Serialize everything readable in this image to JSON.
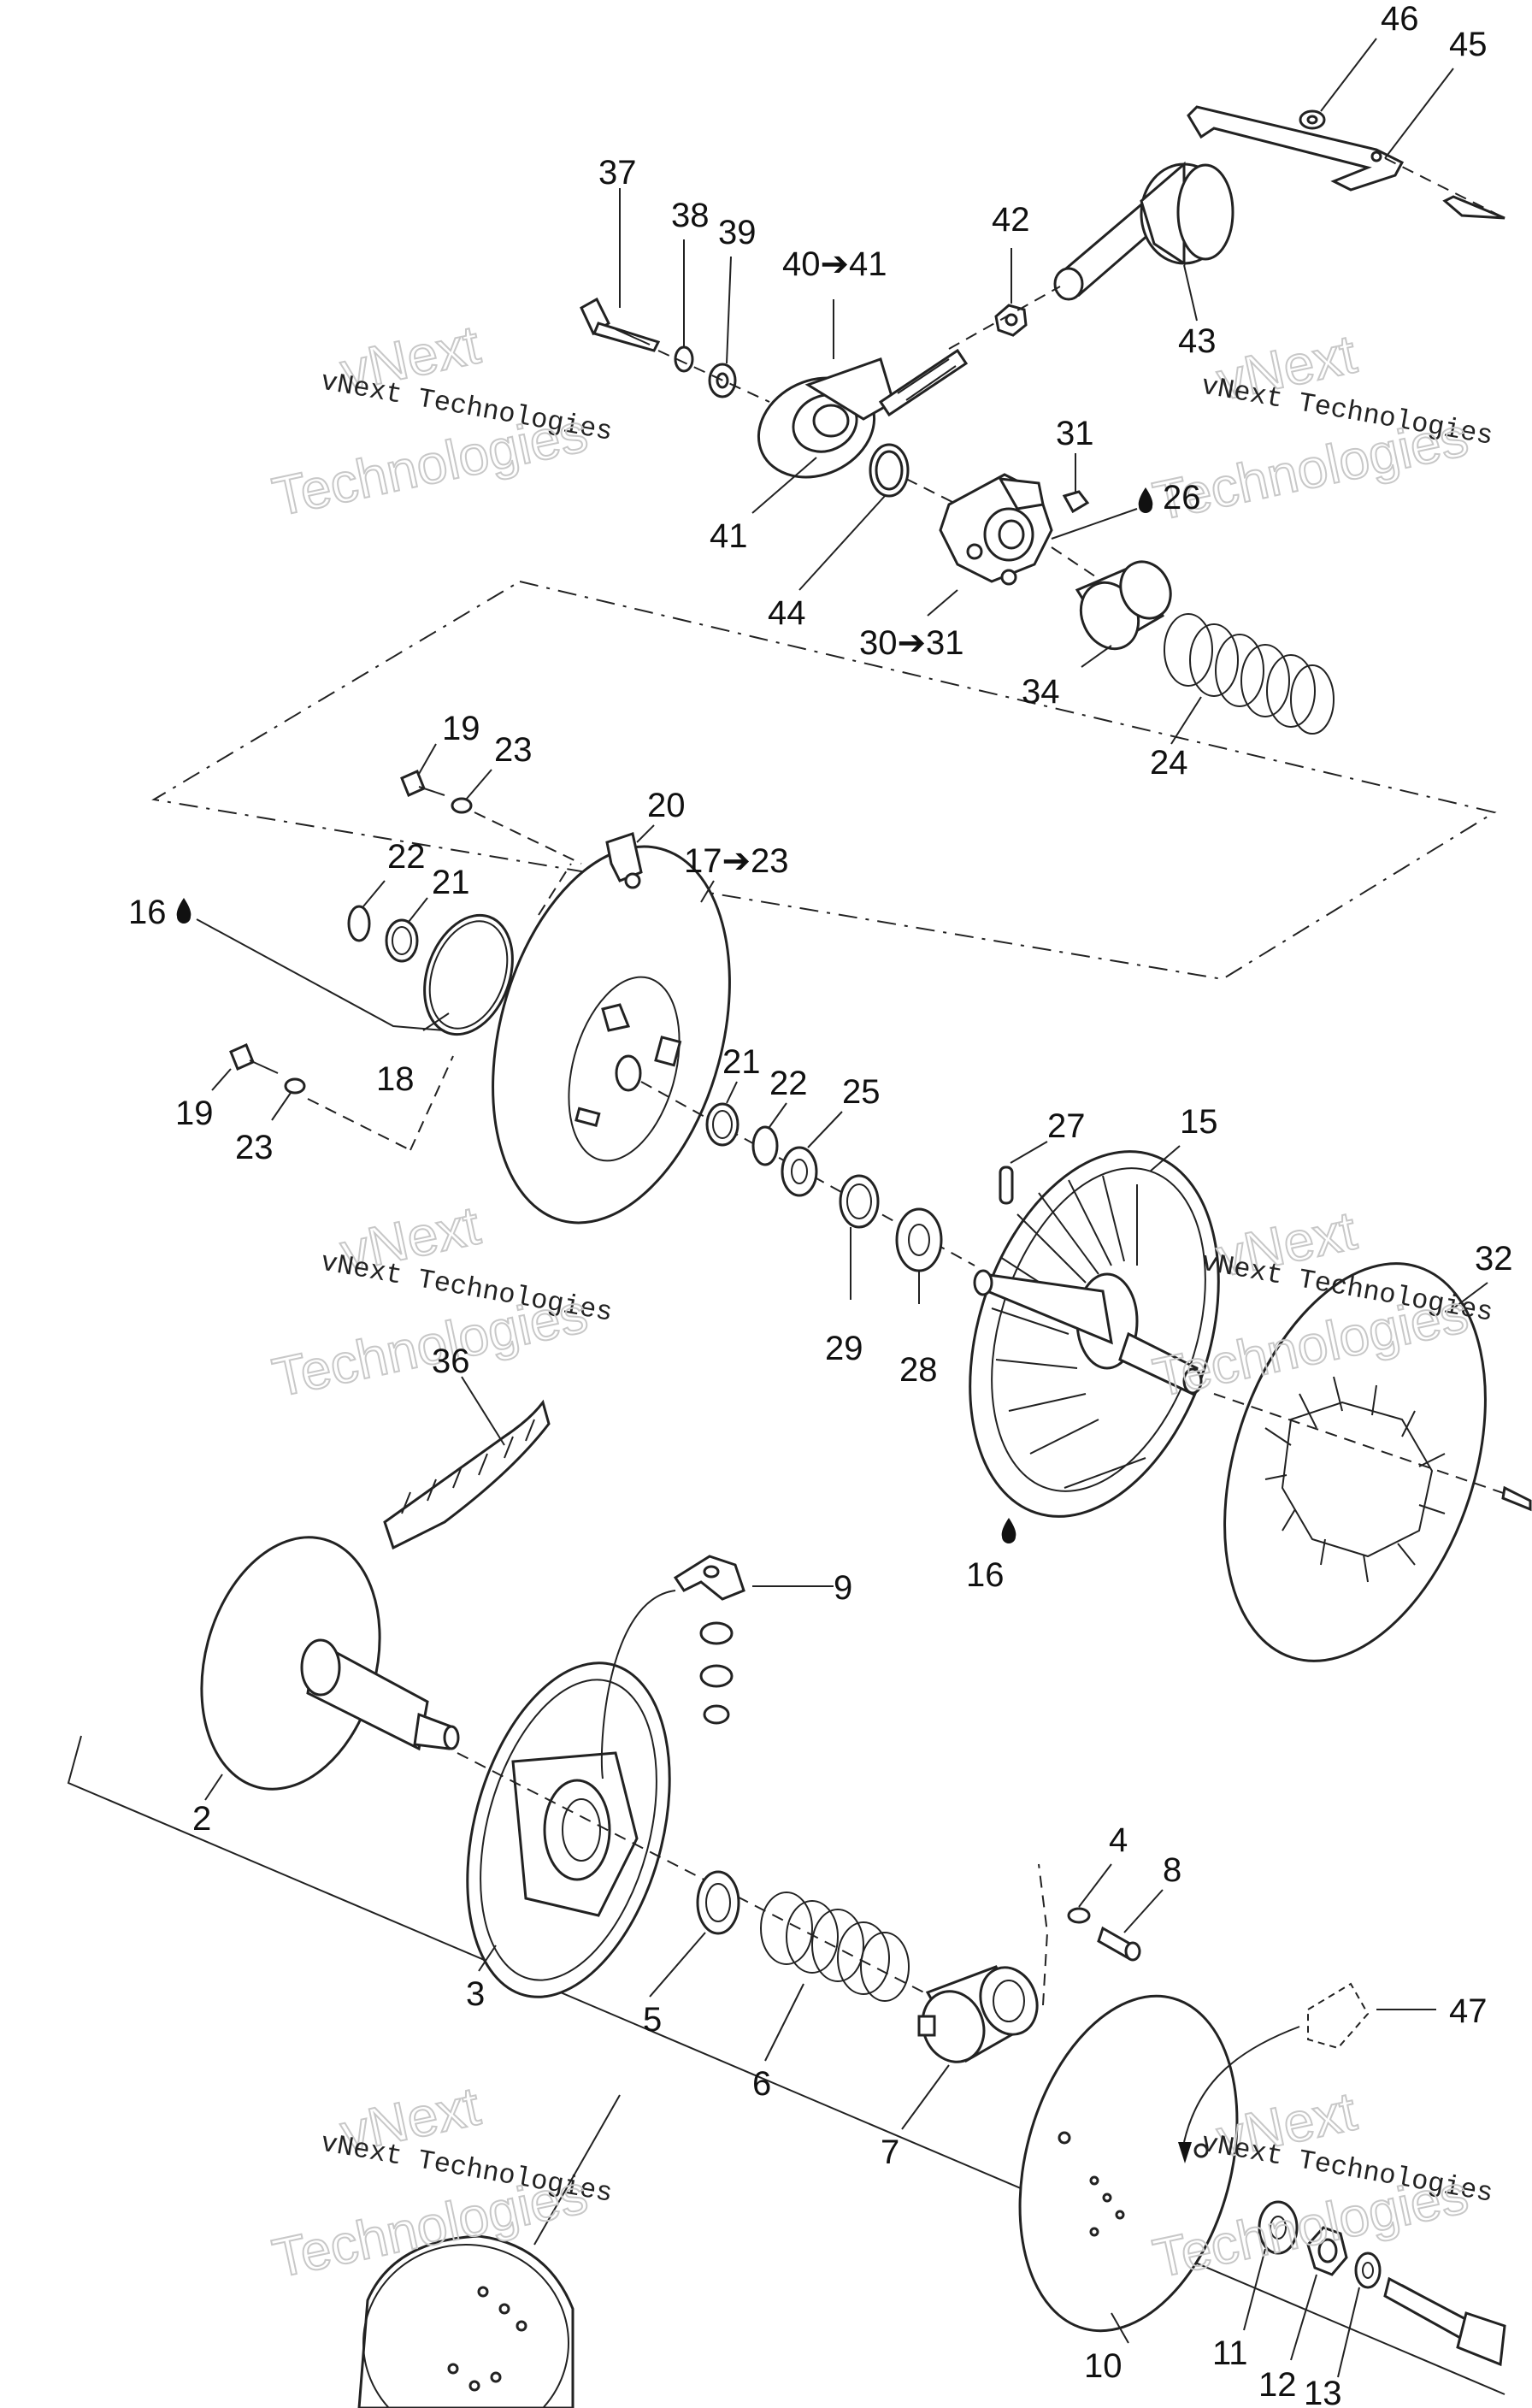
{
  "labels": [
    {
      "id": "p46",
      "text": "46"
    },
    {
      "id": "p45",
      "text": "45"
    },
    {
      "id": "p37",
      "text": "37"
    },
    {
      "id": "p38",
      "text": "38"
    },
    {
      "id": "p39",
      "text": "39"
    },
    {
      "id": "p40",
      "text": "40➔41"
    },
    {
      "id": "p42",
      "text": "42"
    },
    {
      "id": "p43",
      "text": "43"
    },
    {
      "id": "p41",
      "text": "41"
    },
    {
      "id": "p44",
      "text": "44"
    },
    {
      "id": "p31",
      "text": "31"
    },
    {
      "id": "p26",
      "text": "26"
    },
    {
      "id": "p30",
      "text": "30➔31"
    },
    {
      "id": "p34",
      "text": "34"
    },
    {
      "id": "p24",
      "text": "24"
    },
    {
      "id": "p19a",
      "text": "19"
    },
    {
      "id": "p23a",
      "text": "23"
    },
    {
      "id": "p20",
      "text": "20"
    },
    {
      "id": "p22a",
      "text": "22"
    },
    {
      "id": "p21a",
      "text": "21"
    },
    {
      "id": "p17",
      "text": "17➔23"
    },
    {
      "id": "p16a",
      "text": "16"
    },
    {
      "id": "p18",
      "text": "18"
    },
    {
      "id": "p19b",
      "text": "19"
    },
    {
      "id": "p23b",
      "text": "23"
    },
    {
      "id": "p21b",
      "text": "21"
    },
    {
      "id": "p22b",
      "text": "22"
    },
    {
      "id": "p25",
      "text": "25"
    },
    {
      "id": "p27",
      "text": "27"
    },
    {
      "id": "p15",
      "text": "15"
    },
    {
      "id": "p32",
      "text": "32"
    },
    {
      "id": "p29",
      "text": "29"
    },
    {
      "id": "p28",
      "text": "28"
    },
    {
      "id": "p36",
      "text": "36"
    },
    {
      "id": "p16b",
      "text": "16"
    },
    {
      "id": "p9",
      "text": "9"
    },
    {
      "id": "p2",
      "text": "2"
    },
    {
      "id": "p3",
      "text": "3"
    },
    {
      "id": "p4",
      "text": "4"
    },
    {
      "id": "p8",
      "text": "8"
    },
    {
      "id": "p47",
      "text": "47"
    },
    {
      "id": "p5",
      "text": "5"
    },
    {
      "id": "p6",
      "text": "6"
    },
    {
      "id": "p7",
      "text": "7"
    },
    {
      "id": "p10",
      "text": "10"
    },
    {
      "id": "p11",
      "text": "11"
    },
    {
      "id": "p12",
      "text": "12"
    },
    {
      "id": "p13",
      "text": "13"
    }
  ],
  "watermark": {
    "line1": "vNext",
    "line2": "vNext Technologies",
    "line3": "Technologies"
  }
}
